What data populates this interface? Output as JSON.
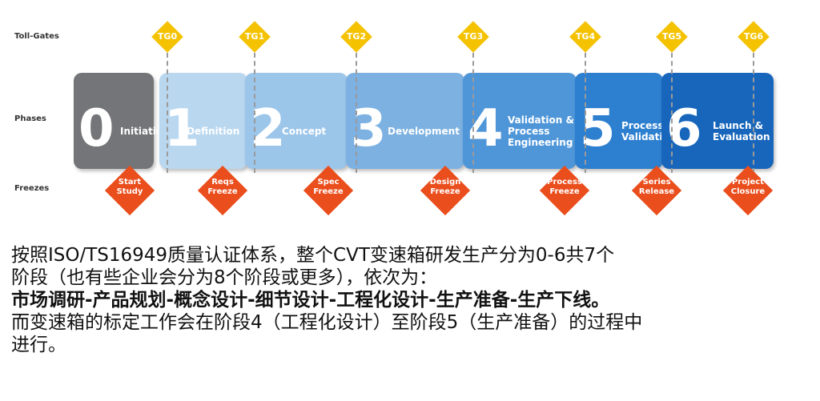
{
  "rows": {
    "toll_gates": "Toll-Gates",
    "phases": "Phases",
    "freezes": "Freezes"
  },
  "phases": [
    {
      "number": "0",
      "name": "Initiation",
      "color": "#747578"
    },
    {
      "number": "1",
      "name": "Definition",
      "color": "#b9d7ef"
    },
    {
      "number": "2",
      "name": "Concept",
      "color": "#9cc5ea"
    },
    {
      "number": "3",
      "name": "Development",
      "color": "#7cb1e1"
    },
    {
      "number": "4",
      "name": "Validation &\nProcess\nEngineering",
      "color": "#4f96d9"
    },
    {
      "number": "5",
      "name": "Process\nValidation",
      "color": "#2d7fd0"
    },
    {
      "number": "6",
      "name": "Launch &\nEvaluation",
      "color": "#1766bb"
    }
  ],
  "toll_gates": [
    "TG0",
    "TG1",
    "TG2",
    "TG3",
    "TG4",
    "TG5",
    "TG6"
  ],
  "freezes": [
    "Start\nStudy",
    "Reqs\nFreeze",
    "Spec\nFreeze",
    "Design\nFreeze",
    "Process\nFreeze",
    "Series\nRelease",
    "Project\nClosure"
  ],
  "colors": {
    "gate": "#f5c200",
    "freeze": "#ea4e1d"
  },
  "text": {
    "line1": "按照ISO/TS16949质量认证体系，整个CVT变速箱研发生产分为0-6共7个",
    "line2": "阶段（也有些企业会分为8个阶段或更多），依次为：",
    "line3": "市场调研-产品规划-概念设计-细节设计-工程化设计-生产准备-生产下线。",
    "line4": "而变速箱的标定工作会在阶段4（工程化设计）至阶段5（生产准备）的过程中",
    "line5": "进行。"
  }
}
